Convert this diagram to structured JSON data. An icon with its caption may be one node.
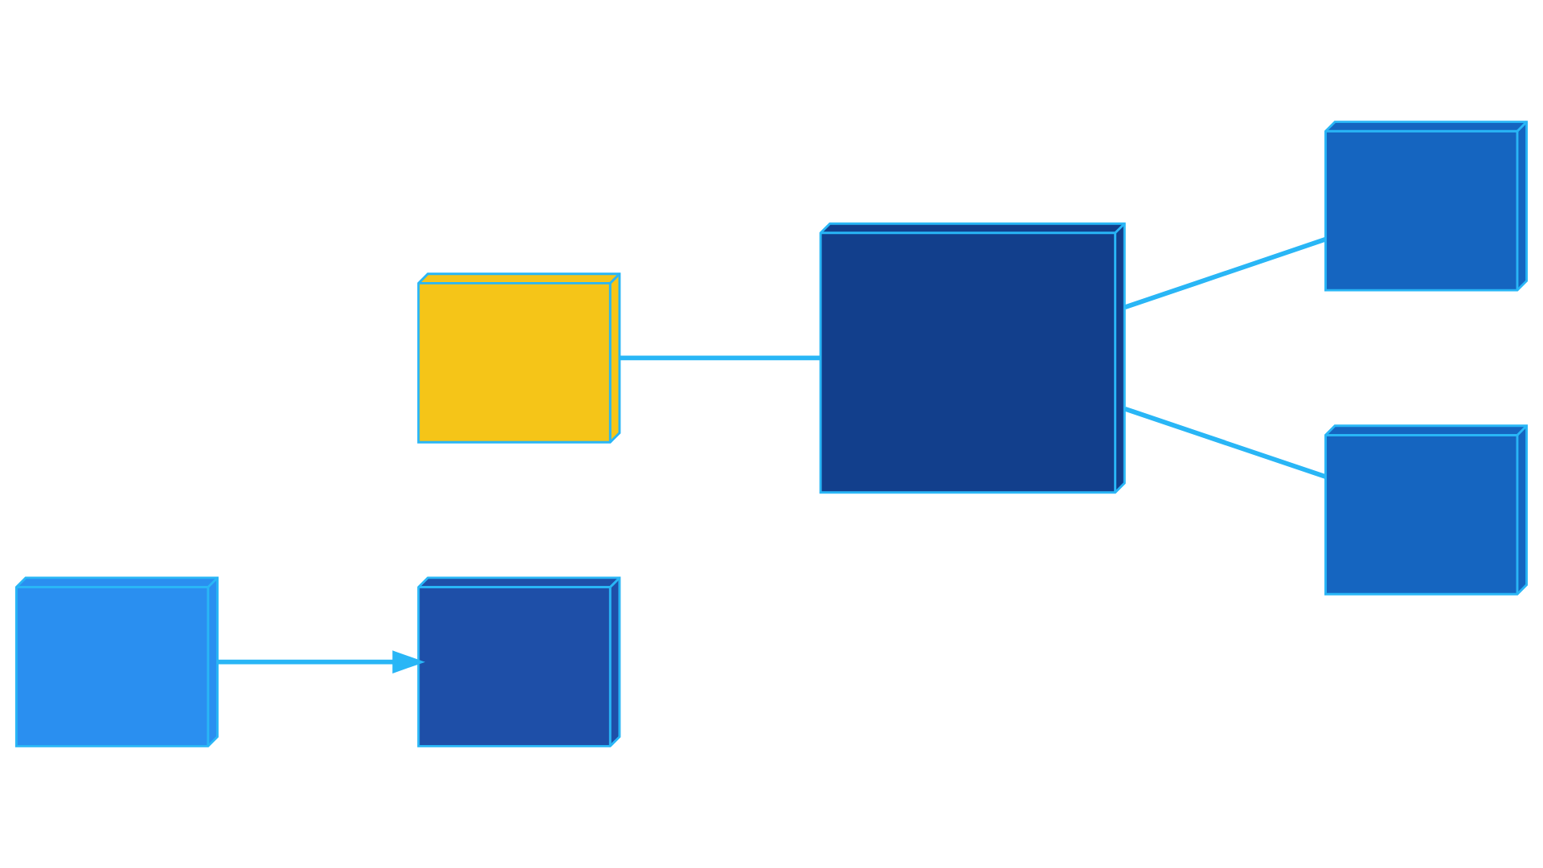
{
  "diagram": {
    "nodes": [
      {
        "text": [],
        "shape": "picture"
      },
      {
        "text": [],
        "shape": "picture"
      },
      {
        "text": [],
        "shape": "picture"
      },
      {
        "text": [],
        "shape": "picture"
      },
      {
        "text": [],
        "shape": "picture"
      },
      {
        "text": [],
        "shape": "picture"
      }
    ],
    "edges": [
      {
        "from": 2,
        "to": 0,
        "arrow": "to"
      },
      {
        "from": 1,
        "to": 3,
        "arrow": "none"
      },
      {
        "from": 3,
        "to": 4,
        "arrow": "none"
      },
      {
        "from": 3,
        "to": 5,
        "arrow": "none"
      }
    ]
  }
}
